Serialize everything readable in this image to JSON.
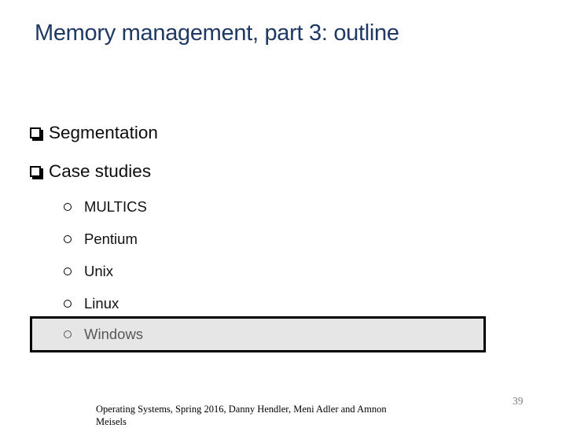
{
  "slide": {
    "title": "Memory management, part 3: outline",
    "bullets": [
      {
        "label": "Segmentation"
      },
      {
        "label": "Case studies"
      }
    ],
    "sub_bullets": [
      {
        "label": "MULTICS"
      },
      {
        "label": "Pentium"
      },
      {
        "label": "Unix"
      },
      {
        "label": "Linux"
      },
      {
        "label": "Windows",
        "highlighted": true
      }
    ],
    "footer": {
      "line1": "Operating Systems, Spring 2016, Danny Hendler, Meni Adler and Amnon",
      "line2": "Meisels"
    },
    "page_number": "39",
    "colors": {
      "title_text": "#1f3864",
      "body_text": "#0d0d0d",
      "highlighted_text": "#595959",
      "highlight_fill": "#e6e6e6",
      "highlight_border": "#000000",
      "page_number_text": "#7f7f7f"
    }
  }
}
